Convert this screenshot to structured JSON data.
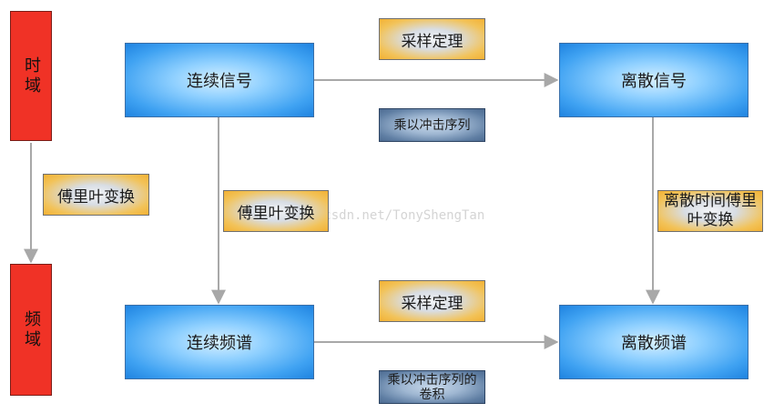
{
  "domains": {
    "time": "时域",
    "frequency": "频域"
  },
  "nodes": {
    "continuous_signal": "连续信号",
    "discrete_signal": "离散信号",
    "continuous_spectrum": "连续频谱",
    "discrete_spectrum": "离散频谱"
  },
  "labels": {
    "fourier_left": "傅里叶变换",
    "fourier_center": "傅里叶变换",
    "dtft": "离散时间傅里叶变换",
    "sampling_top": "采样定理",
    "sampling_bottom": "采样定理",
    "impulse_top": "乘以冲击序列",
    "impulse_bottom": "乘以冲击序列的卷积"
  },
  "watermark": "og.csdn.net/TonyShengTan",
  "colors": {
    "domain_box": "#f03226",
    "node_blue": "#3fa2f2",
    "label_orange": "#f3b133",
    "label_navy": "#5f7ea3",
    "arrow": "#a8a8a8"
  }
}
